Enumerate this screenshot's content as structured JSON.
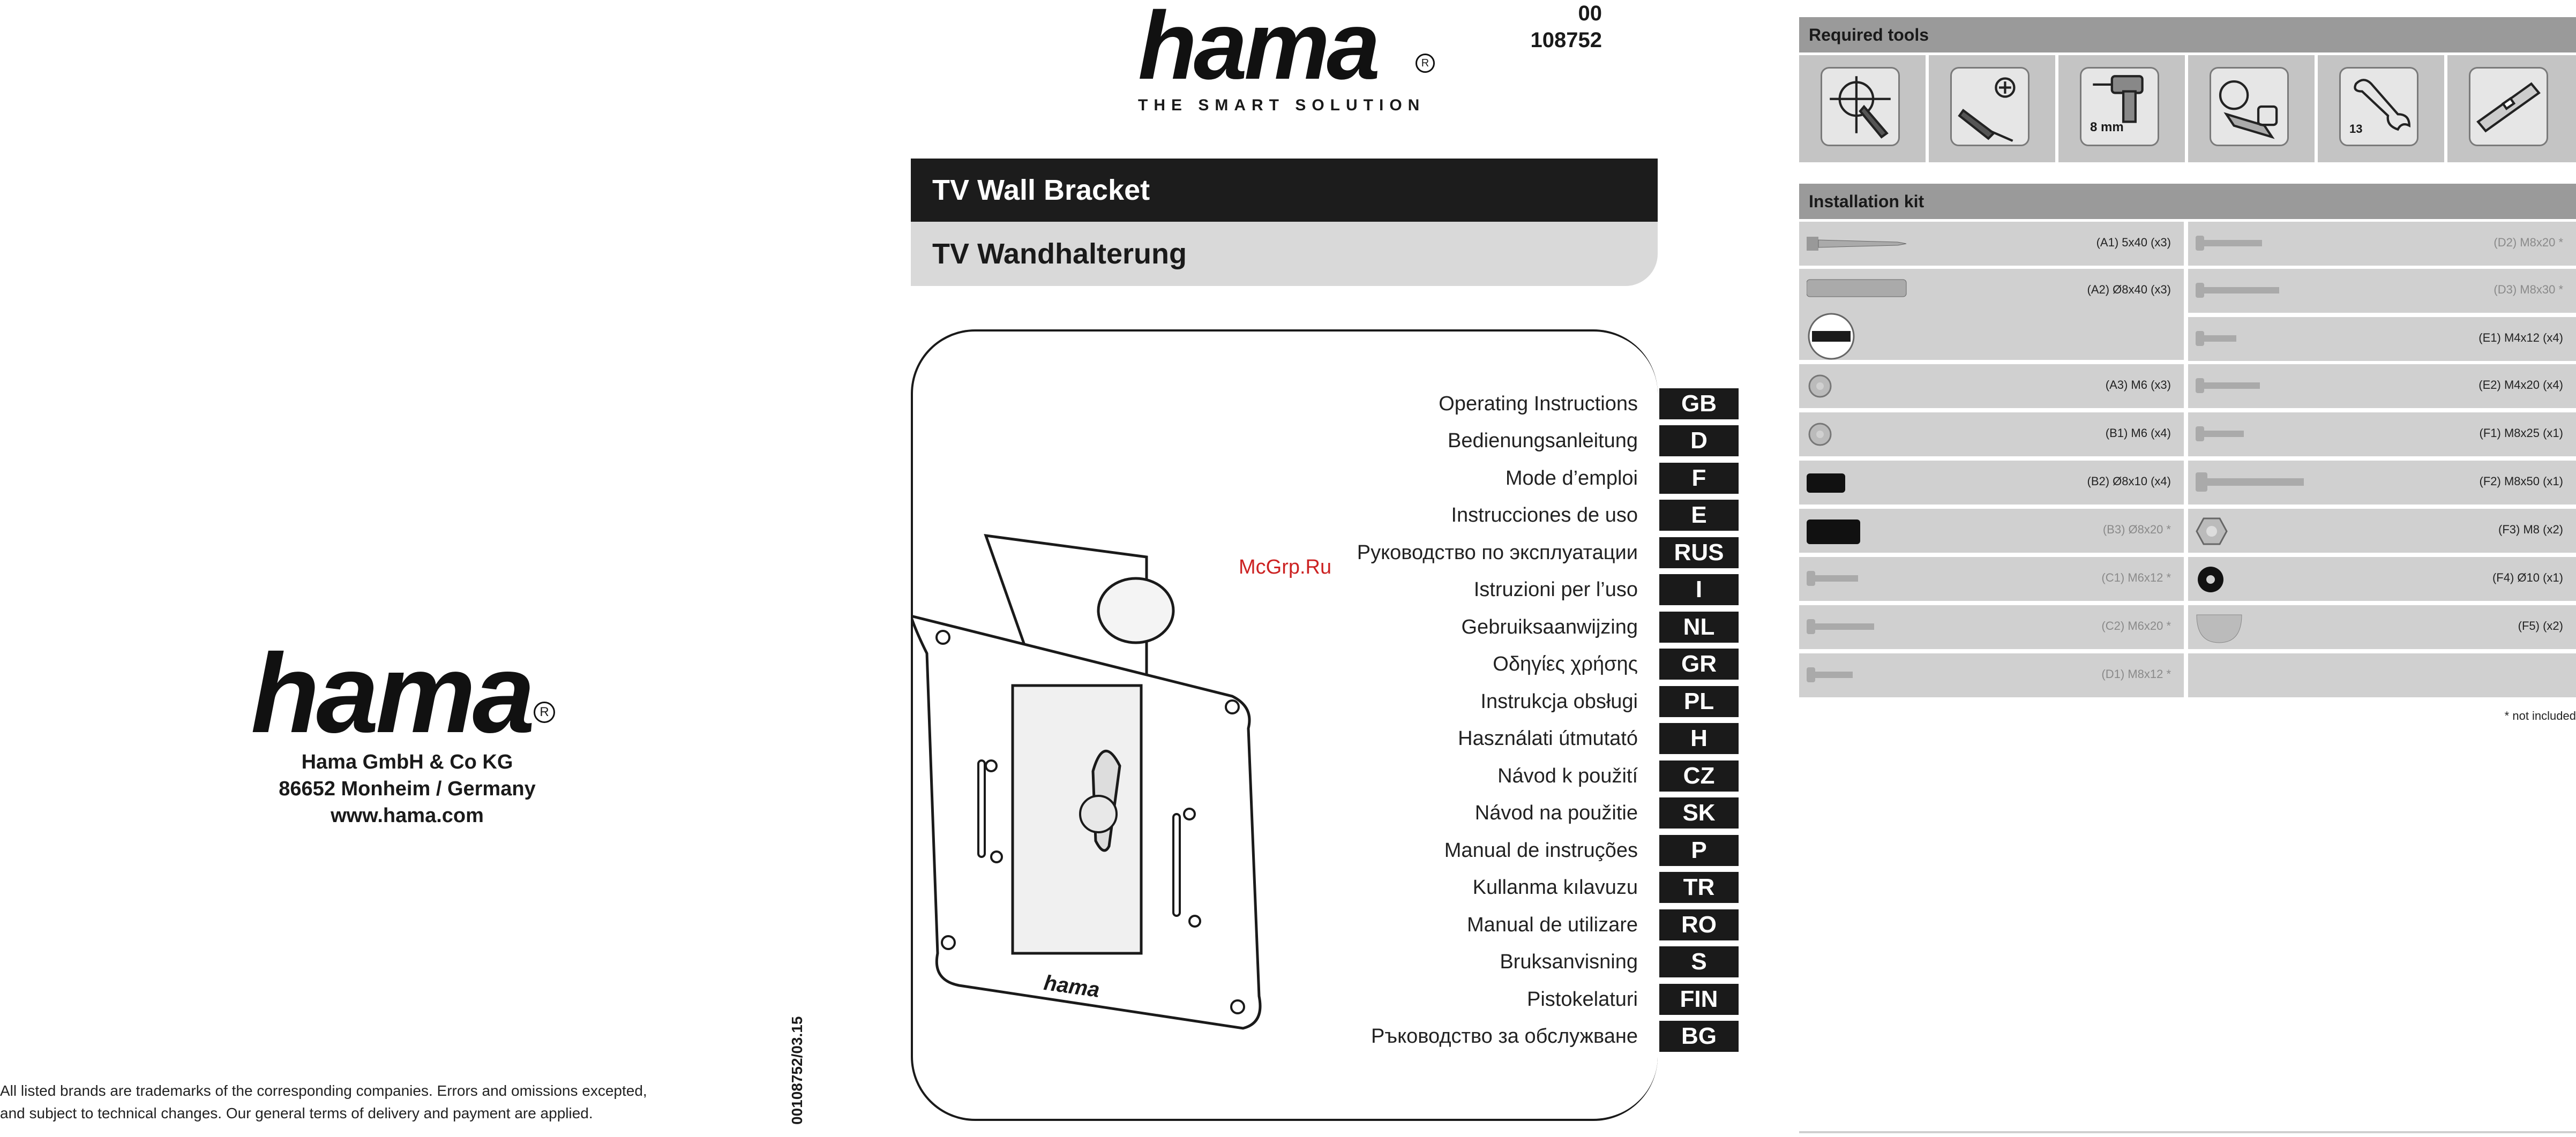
{
  "brand": {
    "logo_text": "hama",
    "tagline": "THE SMART SOLUTION",
    "reg_mark": "R"
  },
  "document": {
    "code_line1": "00",
    "code_line2": "108752",
    "title": "TV Wall Bracket",
    "subtitle": "TV Wandhalterung",
    "article_vertical": "00108752/03.15",
    "watermark": "McGrp.Ru"
  },
  "company": {
    "name": "Hama GmbH & Co KG",
    "address": "86652 Monheim / Germany",
    "website": "www.hama.com"
  },
  "disclaimer": {
    "line1": "All listed brands are trademarks of the corresponding companies. Errors and omissions excepted,",
    "line2": "and subject to technical changes. Our general terms of delivery and payment are applied."
  },
  "languages": [
    {
      "label": "Operating Instructions",
      "code": "GB"
    },
    {
      "label": "Bedienungsanleitung",
      "code": "D"
    },
    {
      "label": "Mode d’emploi",
      "code": "F"
    },
    {
      "label": "Instrucciones de uso",
      "code": "E"
    },
    {
      "label": "Руководство по эксплуатации",
      "code": "RUS"
    },
    {
      "label": "Istruzioni per l’uso",
      "code": "I"
    },
    {
      "label": "Gebruiksaanwijzing",
      "code": "NL"
    },
    {
      "label": "Οδηγίες χρήσης",
      "code": "GR"
    },
    {
      "label": "Instrukcja obsługi",
      "code": "PL"
    },
    {
      "label": "Használati útmutató",
      "code": "H"
    },
    {
      "label": "Návod k použití",
      "code": "CZ"
    },
    {
      "label": "Návod na použitie",
      "code": "SK"
    },
    {
      "label": "Manual de instruções",
      "code": "P"
    },
    {
      "label": "Kullanma kılavuzu",
      "code": "TR"
    },
    {
      "label": "Manual de utilizare",
      "code": "RO"
    },
    {
      "label": "Bruksanvisning",
      "code": "S"
    },
    {
      "label": "Pistokelaturi",
      "code": "FIN"
    },
    {
      "label": "Ръководство за обслужване",
      "code": "BG"
    }
  ],
  "required_tools": {
    "heading": "Required tools",
    "tools": [
      {
        "icon": "pencil-mark-icon",
        "label": ""
      },
      {
        "icon": "screwdriver-icon",
        "label": ""
      },
      {
        "icon": "drill-icon",
        "label": "8 mm"
      },
      {
        "icon": "tape-measure-icon",
        "label": ""
      },
      {
        "icon": "wrench-icon",
        "label": "13"
      },
      {
        "icon": "spirit-level-icon",
        "label": ""
      }
    ]
  },
  "installation_kit": {
    "heading": "Installation kit",
    "left": [
      {
        "label": "(A1) 5x40 (x3)",
        "included": true,
        "icon": "screw-icon"
      },
      {
        "label": "(A2) Ø8x40 (x3)",
        "included": true,
        "icon": "wall-plug-icon"
      },
      {
        "label": "",
        "included": true,
        "icon": "fischer-logo-icon",
        "brand": "fischer"
      },
      {
        "label": "(A3) M6 (x3)",
        "included": true,
        "icon": "washer-icon"
      },
      {
        "label": "(B1) M6 (x4)",
        "included": true,
        "icon": "washer-icon"
      },
      {
        "label": "(B2) Ø8x10 (x4)",
        "included": true,
        "icon": "spacer-icon"
      },
      {
        "label": "(B3) Ø8x20 *",
        "included": false,
        "icon": "spacer-icon"
      },
      {
        "label": "(C1) M6x12 *",
        "included": false,
        "icon": "bolt-icon"
      },
      {
        "label": "(C2) M6x20 *",
        "included": false,
        "icon": "bolt-icon"
      },
      {
        "label": "(D1) M8x12 *",
        "included": false,
        "icon": "bolt-icon"
      }
    ],
    "right": [
      {
        "label": "(D2) M8x20 *",
        "included": false,
        "icon": "bolt-icon"
      },
      {
        "label": "(D3) M8x30 *",
        "included": false,
        "icon": "bolt-icon"
      },
      {
        "label": "(E1) M4x12 (x4)",
        "included": true,
        "icon": "bolt-icon"
      },
      {
        "label": "(E2) M4x20 (x4)",
        "included": true,
        "icon": "bolt-icon"
      },
      {
        "label": "(F1) M8x25 (x1)",
        "included": true,
        "icon": "bolt-icon"
      },
      {
        "label": "(F2) M8x50 (x1)",
        "included": true,
        "icon": "bolt-icon"
      },
      {
        "label": "(F3) M8 (x2)",
        "included": true,
        "icon": "nut-icon"
      },
      {
        "label": "(F4) Ø10 (x1)",
        "included": true,
        "icon": "ring-washer-icon"
      },
      {
        "label": "(F5) (x2)",
        "included": true,
        "icon": "cap-icon"
      },
      {
        "label": "",
        "included": true,
        "icon": ""
      }
    ],
    "note": "* not included"
  }
}
